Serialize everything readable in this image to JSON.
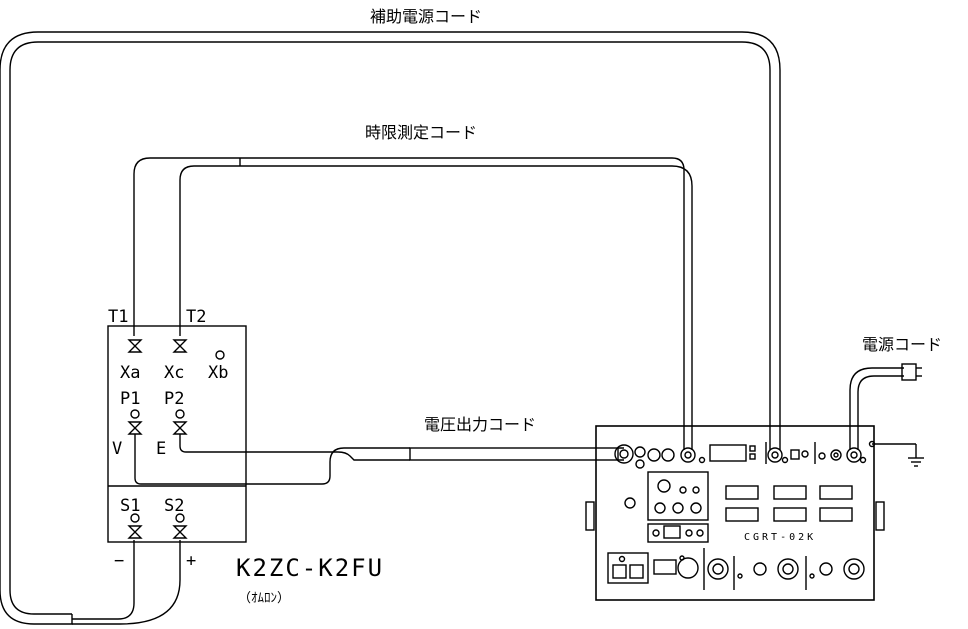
{
  "cords": {
    "aux_power": "補助電源コード",
    "timing": "時限測定コード",
    "voltage_output": "電圧出力コード",
    "power": "電源コード"
  },
  "relay": {
    "model": "K2ZC-K2FU",
    "maker": "（ｵﾑﾛﾝ）",
    "terminals": {
      "t1": "T1",
      "t2": "T2",
      "xa": "Xa",
      "xc": "Xc",
      "xb": "Xb",
      "p1": "P1",
      "p2": "P2",
      "v": "V",
      "e": "E",
      "s1": "S1",
      "s2": "S2",
      "minus": "−",
      "plus": "+"
    }
  },
  "tester": {
    "model": "CGRT-02K"
  }
}
